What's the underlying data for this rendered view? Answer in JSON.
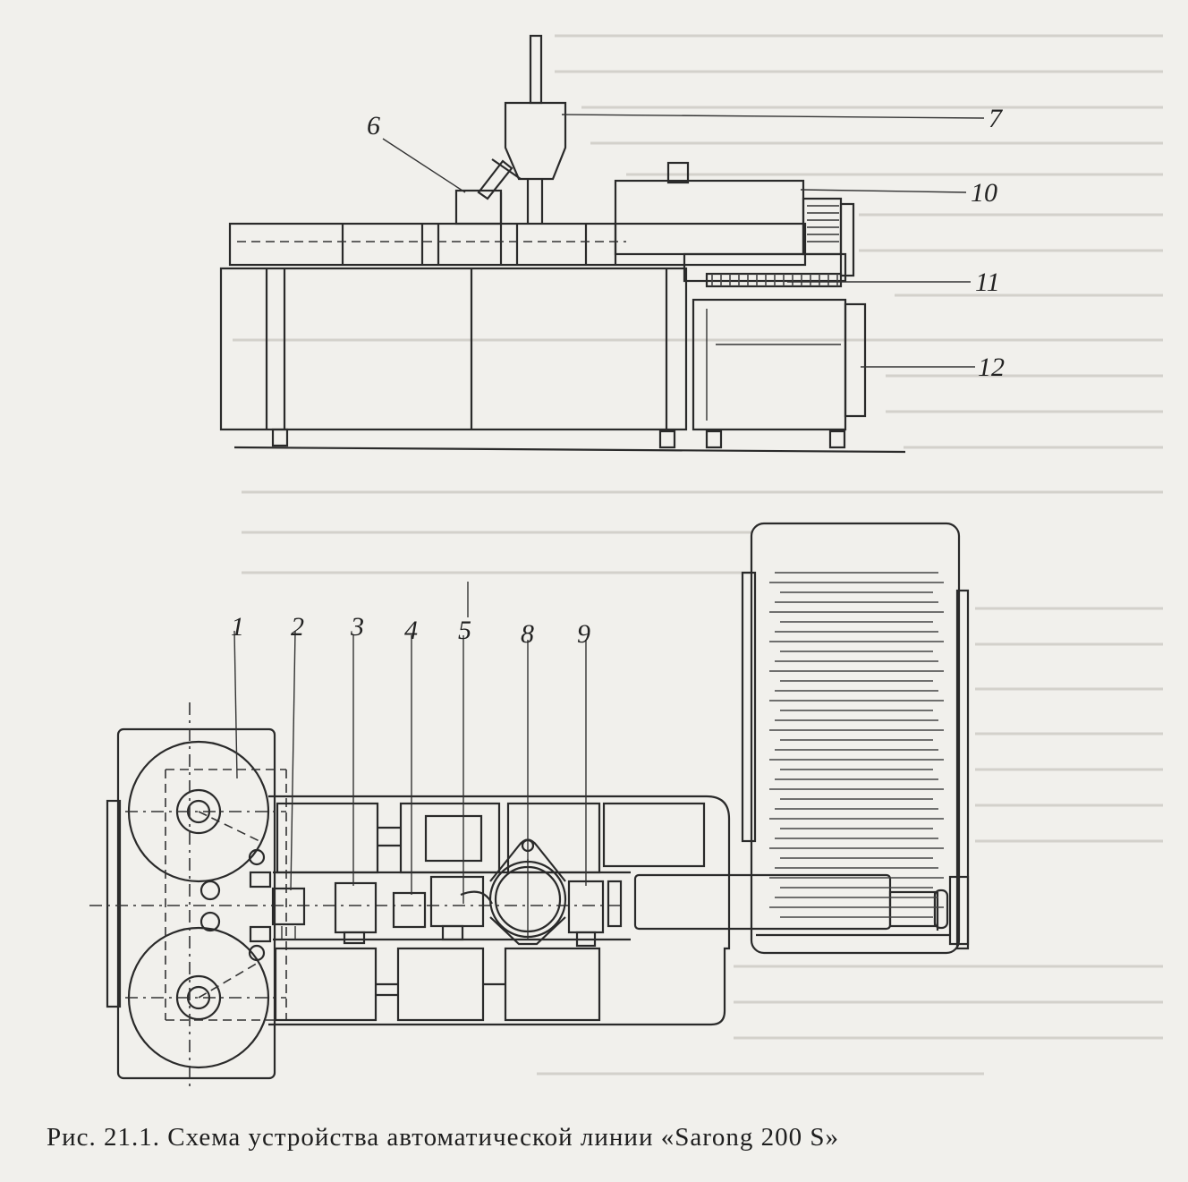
{
  "labels": {
    "l1": "1",
    "l2": "2",
    "l3": "3",
    "l4": "4",
    "l5": "5",
    "l6": "6",
    "l7": "7",
    "l8": "8",
    "l9": "9",
    "l10": "10",
    "l11": "11",
    "l12": "12"
  },
  "caption": "Рис. 21.1. Схема устройства автоматической линии «Sarong 200 S»"
}
